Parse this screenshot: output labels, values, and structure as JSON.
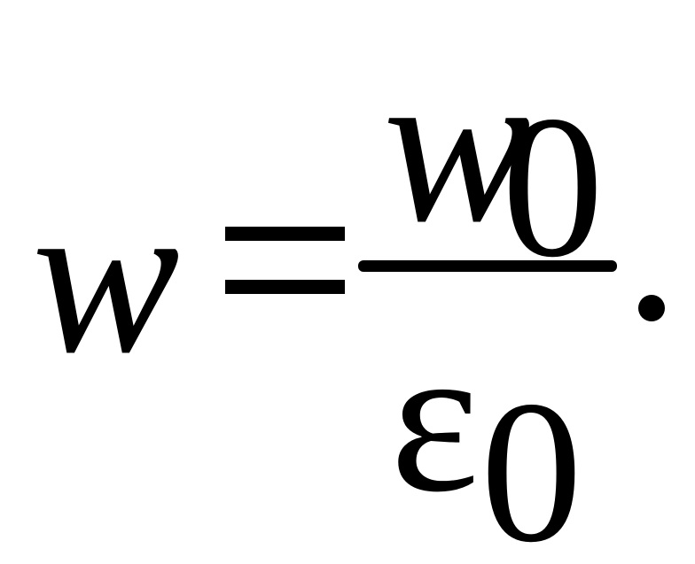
{
  "formula": {
    "lhs": "w",
    "equals": "=",
    "numerator": {
      "symbol": "w",
      "subscript": "0"
    },
    "denominator": {
      "symbol": "ε",
      "subscript": "0"
    },
    "terminator": "."
  }
}
